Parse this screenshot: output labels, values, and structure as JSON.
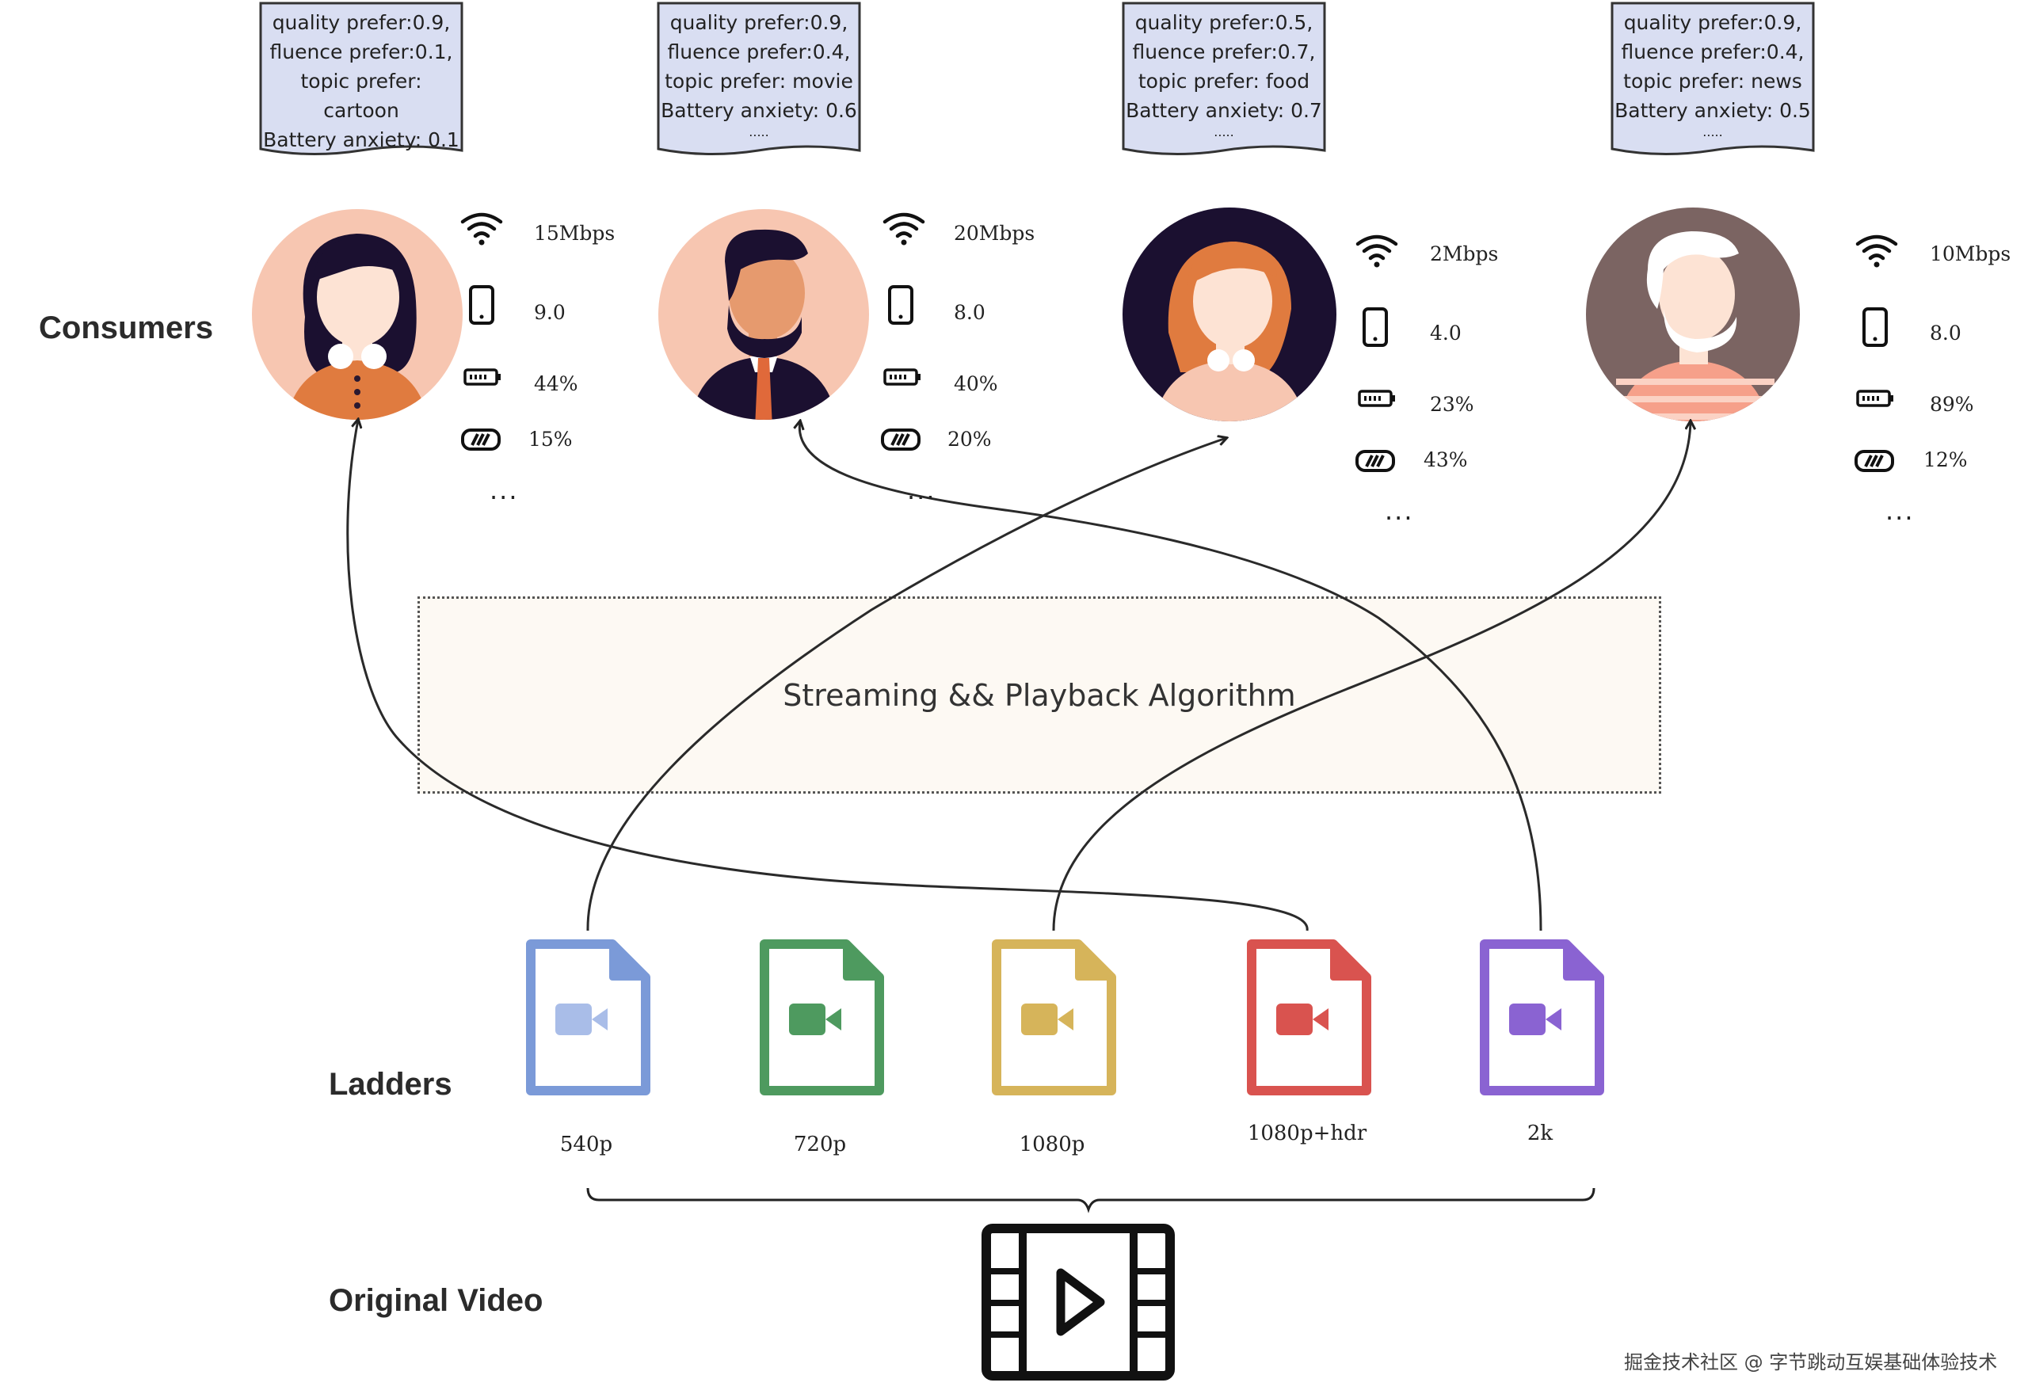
{
  "sections": {
    "consumers": "Consumers",
    "ladders": "Ladders",
    "original_video": "Original Video"
  },
  "consumers": [
    {
      "prefs": [
        "quality prefer:0.9,",
        "fluence prefer:0.1,",
        "topic prefer:",
        "cartoon",
        "Battery anxiety: 0.1"
      ],
      "bandwidth": "15Mbps",
      "device": "9.0",
      "battery": "44%",
      "cpu": "15%",
      "more": "..."
    },
    {
      "prefs": [
        "quality prefer:0.9,",
        "fluence prefer:0.4,",
        "topic prefer: movie",
        "Battery anxiety: 0.6",
        "....."
      ],
      "bandwidth": "20Mbps",
      "device": "8.0",
      "battery": "40%",
      "cpu": "20%",
      "more": "..."
    },
    {
      "prefs": [
        "quality prefer:0.5,",
        "fluence prefer:0.7,",
        "topic prefer: food",
        "Battery anxiety: 0.7",
        "....."
      ],
      "bandwidth": "2Mbps",
      "device": "4.0",
      "battery": "23%",
      "cpu": "43%",
      "more": "..."
    },
    {
      "prefs": [
        "quality prefer:0.9,",
        "fluence prefer:0.4,",
        "topic prefer: news",
        "Battery anxiety: 0.5",
        "....."
      ],
      "bandwidth": "10Mbps",
      "device": "8.0",
      "battery": "89%",
      "cpu": "12%",
      "more": "..."
    }
  ],
  "algorithm": "Streaming && Playback Algorithm",
  "ladders": [
    {
      "label": "540p",
      "color": "#7b9ad8",
      "light": "#a9bde8"
    },
    {
      "label": "720p",
      "color": "#4e9a5f",
      "light": "#4e9a5f"
    },
    {
      "label": "1080p",
      "color": "#d6b45a",
      "light": "#d6b45a"
    },
    {
      "label": "1080p+hdr",
      "color": "#d9534f",
      "light": "#d9534f"
    },
    {
      "label": "2k",
      "color": "#8a63d2",
      "light": "#8a63d2"
    }
  ],
  "icons": [
    "wifi-icon",
    "phone-icon",
    "battery-icon",
    "cpu-icon",
    "video-file-icon",
    "film-play-icon"
  ],
  "watermark": "掘金技术社区 @ 字节跳动互娱基础体验技术"
}
